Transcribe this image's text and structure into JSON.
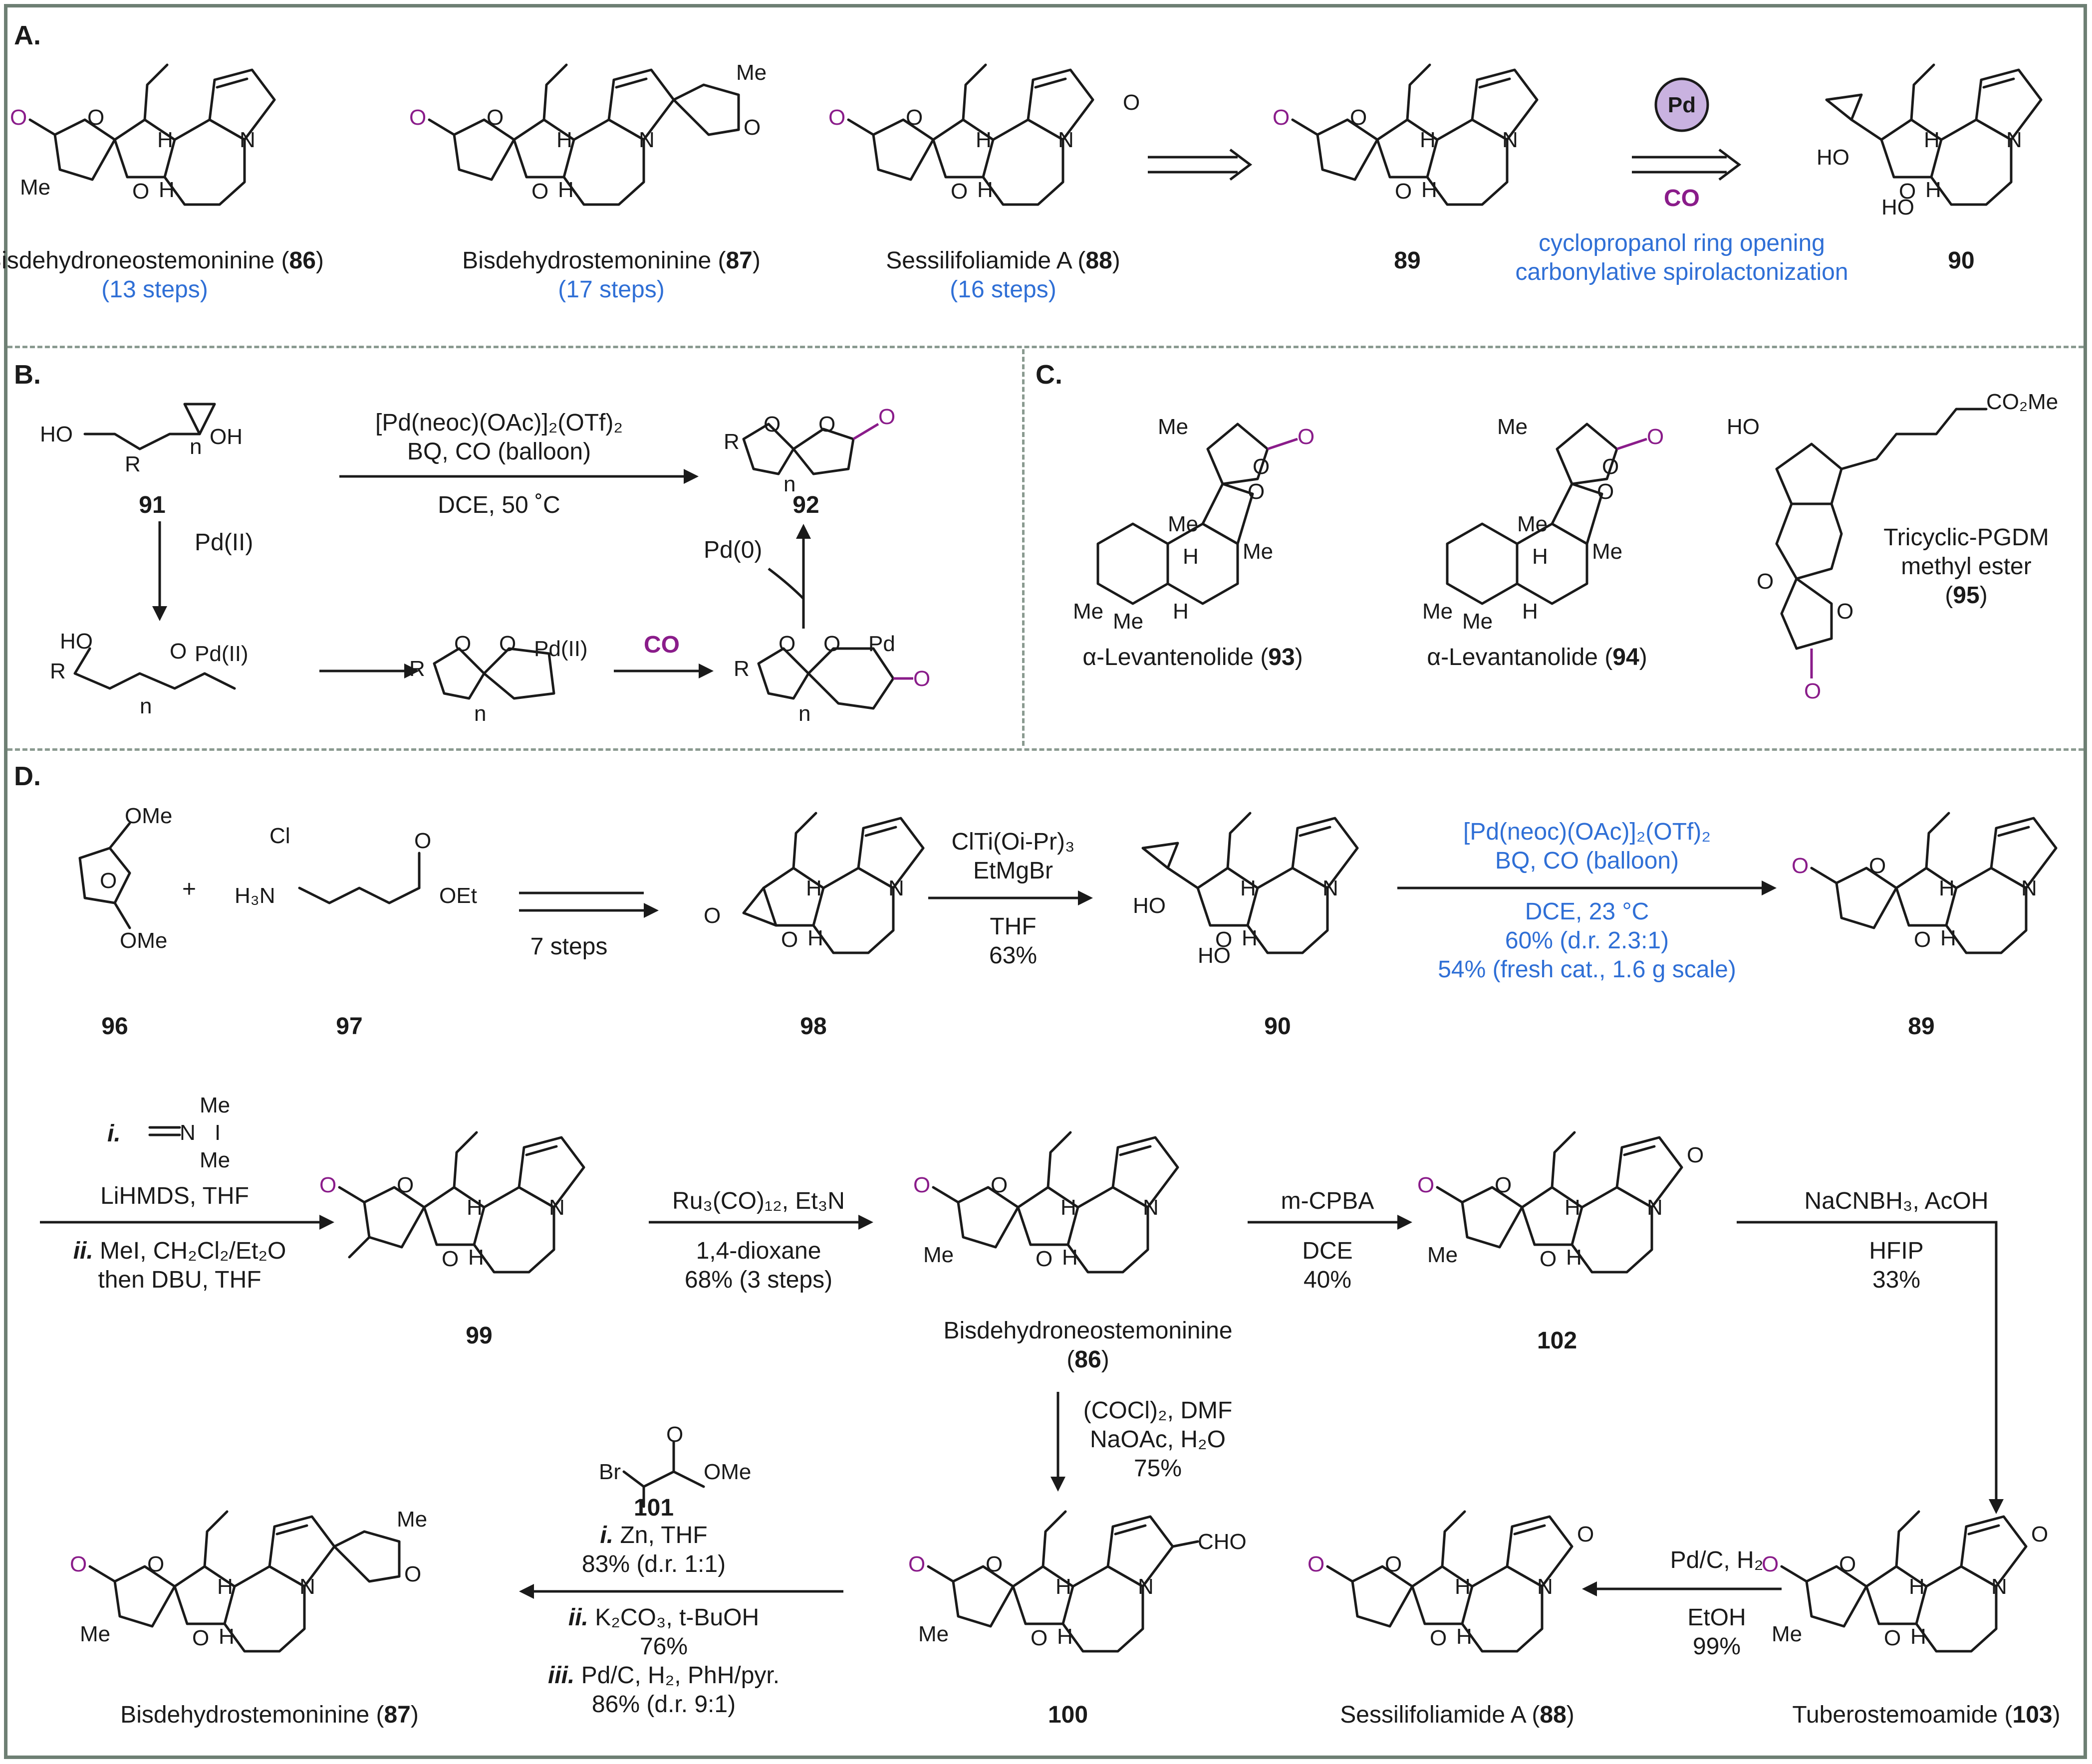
{
  "panels": {
    "A": "A.",
    "B": "B.",
    "C": "C.",
    "D": "D."
  },
  "panelA": {
    "c86_name": "Bisdehydroneostemoninine (",
    "c86_num": "86",
    "c86_steps": "(13 steps)",
    "c87_name": "Bisdehydrostemoninine (",
    "c87_num": "87",
    "c87_steps": "(17 steps)",
    "c88_name": "Sessilifoliamide A (",
    "c88_num": "88",
    "c88_steps": "(16 steps)",
    "c89": "89",
    "c90": "90",
    "pd": "Pd",
    "co": "CO",
    "desc1": "cyclopropanol ring opening",
    "desc2": "carbonylative spirolactonization"
  },
  "panelB": {
    "cond1": "[Pd(neoc)(OAc)]₂(OTf)₂",
    "cond2": "BQ, CO (balloon)",
    "cond3": "DCE, 50 ˚C",
    "c91": "91",
    "c92": "92",
    "pd2": "Pd(II)",
    "pd0": "Pd(0)",
    "co": "CO"
  },
  "panelC": {
    "c93": "α-Levantenolide (",
    "c93n": "93",
    "c94": "α-Levantanolide (",
    "c94n": "94",
    "c95a": "Tricyclic-PGDM",
    "c95b": "methyl ester",
    "c95n": "95",
    "co2me": "CO₂Me"
  },
  "panelD": {
    "c96": "96",
    "c97": "97",
    "c98": "98",
    "c90": "90",
    "c89": "89",
    "steps7": "7 steps",
    "r1a": "ClTi(Oi-Pr)₃",
    "r1b": "EtMgBr",
    "r1c": "THF",
    "r1d": "63%",
    "r2a": "[Pd(neoc)(OAc)]₂(OTf)₂",
    "r2b": "BQ, CO (balloon)",
    "r2c": "DCE, 23 °C",
    "r2d": "60% (d.r. 2.3:1)",
    "r2e": "54% (fresh cat., 1.6 g scale)",
    "r3a": "i.",
    "r3b": "LiHMDS, THF",
    "r3c": "ii.",
    "r3c2": "MeI, CH₂Cl₂/Et₂O",
    "r3d": "then DBU, THF",
    "c99": "99",
    "r4a": "Ru₃(CO)₁₂, Et₃N",
    "r4b": "1,4-dioxane",
    "r4c": "68% (3 steps)",
    "c86a": "Bisdehydroneostemoninine",
    "c86b": "86",
    "r5a": "m-CPBA",
    "r5b": "DCE",
    "r5c": "40%",
    "c102": "102",
    "r6a": "NaCNBH₃, AcOH",
    "r6b": "HFIP",
    "r6c": "33%",
    "r7a": "(COCl)₂, DMF",
    "r7b": "NaOAc, H₂O",
    "r7c": "75%",
    "c100": "100",
    "cho": "CHO",
    "r8a": "101",
    "r8b": "i.",
    "r8b2": "Zn, THF",
    "r8c": "83% (d.r. 1:1)",
    "r8d": "ii.",
    "r8d2": "K₂CO₃, t-BuOH",
    "r8e": "76%",
    "r8f": "iii.",
    "r8f2": "Pd/C, H₂, PhH/pyr.",
    "r8g": "86% (d.r. 9:1)",
    "c87a": "Bisdehydrostemoninine (",
    "c87b": "87",
    "c88a": "Sessilifoliamide A (",
    "c88b": "88",
    "r9a": "Pd/C, H₂",
    "r9b": "EtOH",
    "r9c": "99%",
    "c103a": "Tuberostemoamide (",
    "c103b": "103",
    "ome": "OMe",
    "oet": "OEt",
    "br": "Br",
    "h3n": "H₃N",
    "cl": "Cl"
  },
  "colors": {
    "frame": "#6e7f74",
    "purple": "#8a1c8a",
    "blue": "#2f6fd6"
  }
}
